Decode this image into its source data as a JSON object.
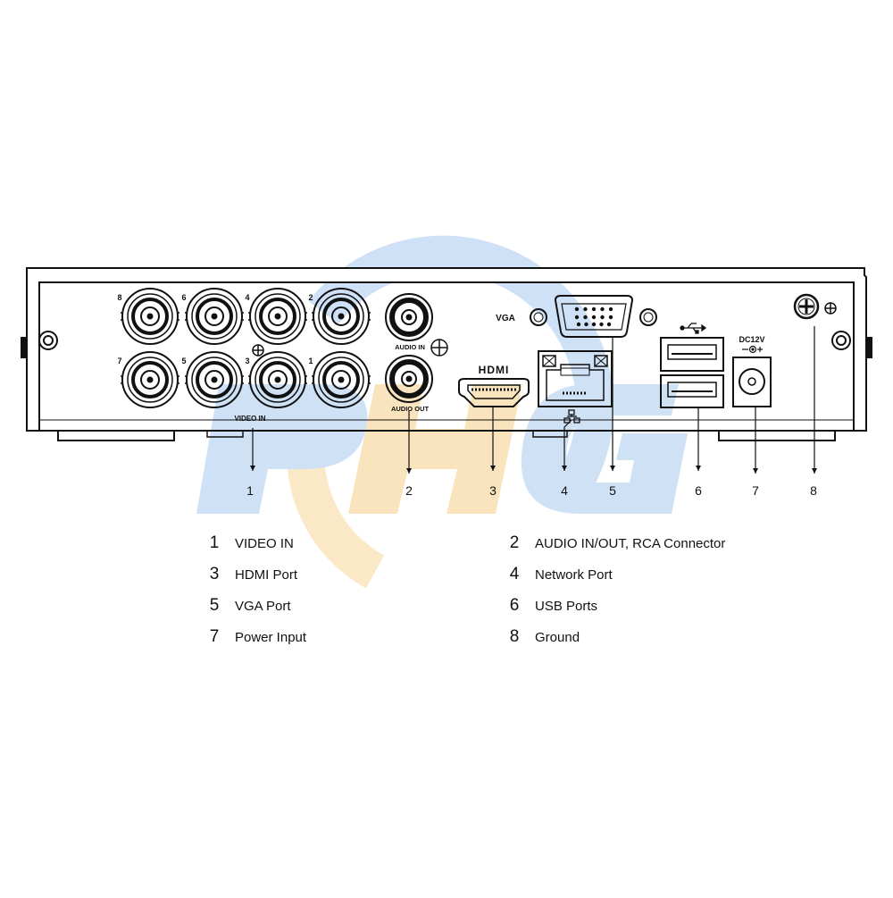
{
  "watermark": {
    "text": "PHG",
    "colors": {
      "blue": "#5b97d6",
      "gold": "#f4b43c"
    }
  },
  "panel_labels": {
    "video_in": "VIDEO IN",
    "audio_in": "AUDIO IN",
    "audio_out": "AUDIO OUT",
    "hdmi": "HDMI",
    "vga": "VGA",
    "dc": "DC12V",
    "channels": [
      "8",
      "6",
      "4",
      "2",
      "7",
      "5",
      "3",
      "1"
    ]
  },
  "callouts": [
    "1",
    "2",
    "3",
    "4",
    "5",
    "6",
    "7",
    "8"
  ],
  "legend": [
    {
      "num": "1",
      "text": "VIDEO IN"
    },
    {
      "num": "2",
      "text": "AUDIO IN/OUT, RCA Connector"
    },
    {
      "num": "3",
      "text": "HDMI Port"
    },
    {
      "num": "4",
      "text": "Network Port"
    },
    {
      "num": "5",
      "text": "VGA Port"
    },
    {
      "num": "6",
      "text": "USB Ports"
    },
    {
      "num": "7",
      "text": "Power Input"
    },
    {
      "num": "8",
      "text": "Ground"
    }
  ]
}
